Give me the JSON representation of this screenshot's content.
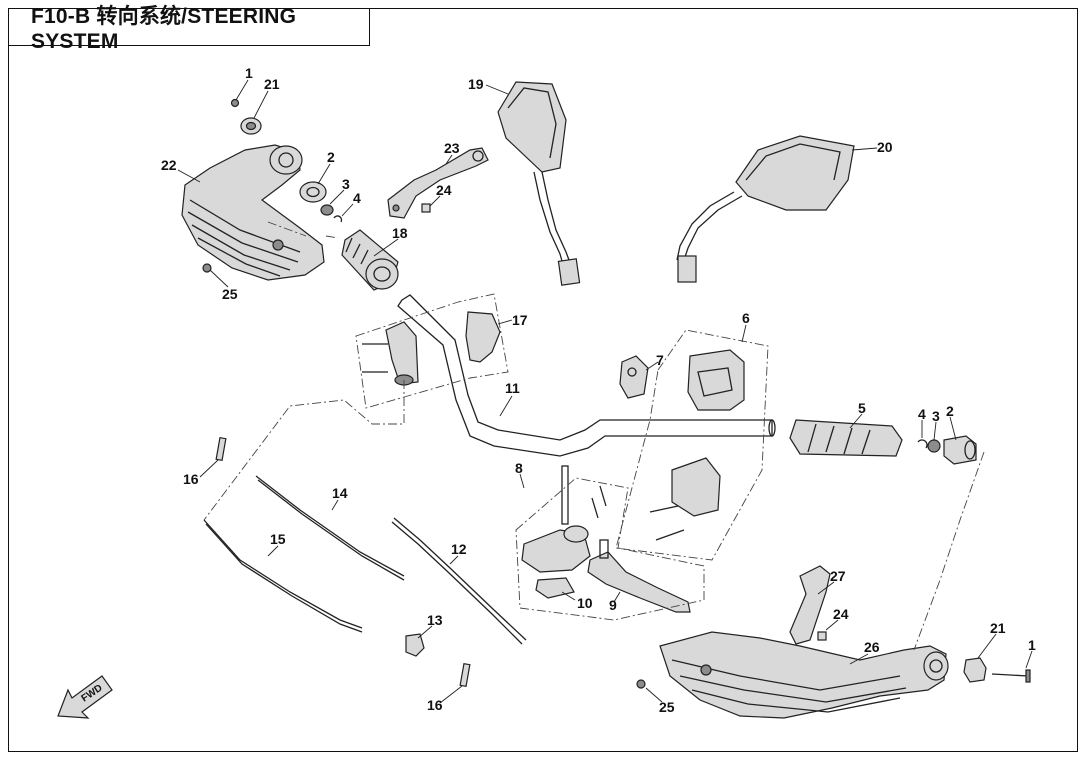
{
  "title": "F10-B 转向系统/STEERING SYSTEM",
  "fwd_label": "FWD",
  "callouts": [
    {
      "id": "c1a",
      "label": "1"
    },
    {
      "id": "c21a",
      "label": "21"
    },
    {
      "id": "c22",
      "label": "22"
    },
    {
      "id": "c2a",
      "label": "2"
    },
    {
      "id": "c3a",
      "label": "3"
    },
    {
      "id": "c4a",
      "label": "4"
    },
    {
      "id": "c25a",
      "label": "25"
    },
    {
      "id": "c18",
      "label": "18"
    },
    {
      "id": "c19",
      "label": "19"
    },
    {
      "id": "c23",
      "label": "23"
    },
    {
      "id": "c24a",
      "label": "24"
    },
    {
      "id": "c20",
      "label": "20"
    },
    {
      "id": "c17",
      "label": "17"
    },
    {
      "id": "c6",
      "label": "6"
    },
    {
      "id": "c7",
      "label": "7"
    },
    {
      "id": "c11",
      "label": "11"
    },
    {
      "id": "c5",
      "label": "5"
    },
    {
      "id": "c4b",
      "label": "4"
    },
    {
      "id": "c3b",
      "label": "3"
    },
    {
      "id": "c2b",
      "label": "2"
    },
    {
      "id": "c16a",
      "label": "16"
    },
    {
      "id": "c14",
      "label": "14"
    },
    {
      "id": "c8",
      "label": "8"
    },
    {
      "id": "c15",
      "label": "15"
    },
    {
      "id": "c12",
      "label": "12"
    },
    {
      "id": "c10",
      "label": "10"
    },
    {
      "id": "c9",
      "label": "9"
    },
    {
      "id": "c27",
      "label": "27"
    },
    {
      "id": "c24b",
      "label": "24"
    },
    {
      "id": "c21b",
      "label": "21"
    },
    {
      "id": "c1b",
      "label": "1"
    },
    {
      "id": "c26",
      "label": "26"
    },
    {
      "id": "c13",
      "label": "13"
    },
    {
      "id": "c16b",
      "label": "16"
    },
    {
      "id": "c25b",
      "label": "25"
    }
  ]
}
